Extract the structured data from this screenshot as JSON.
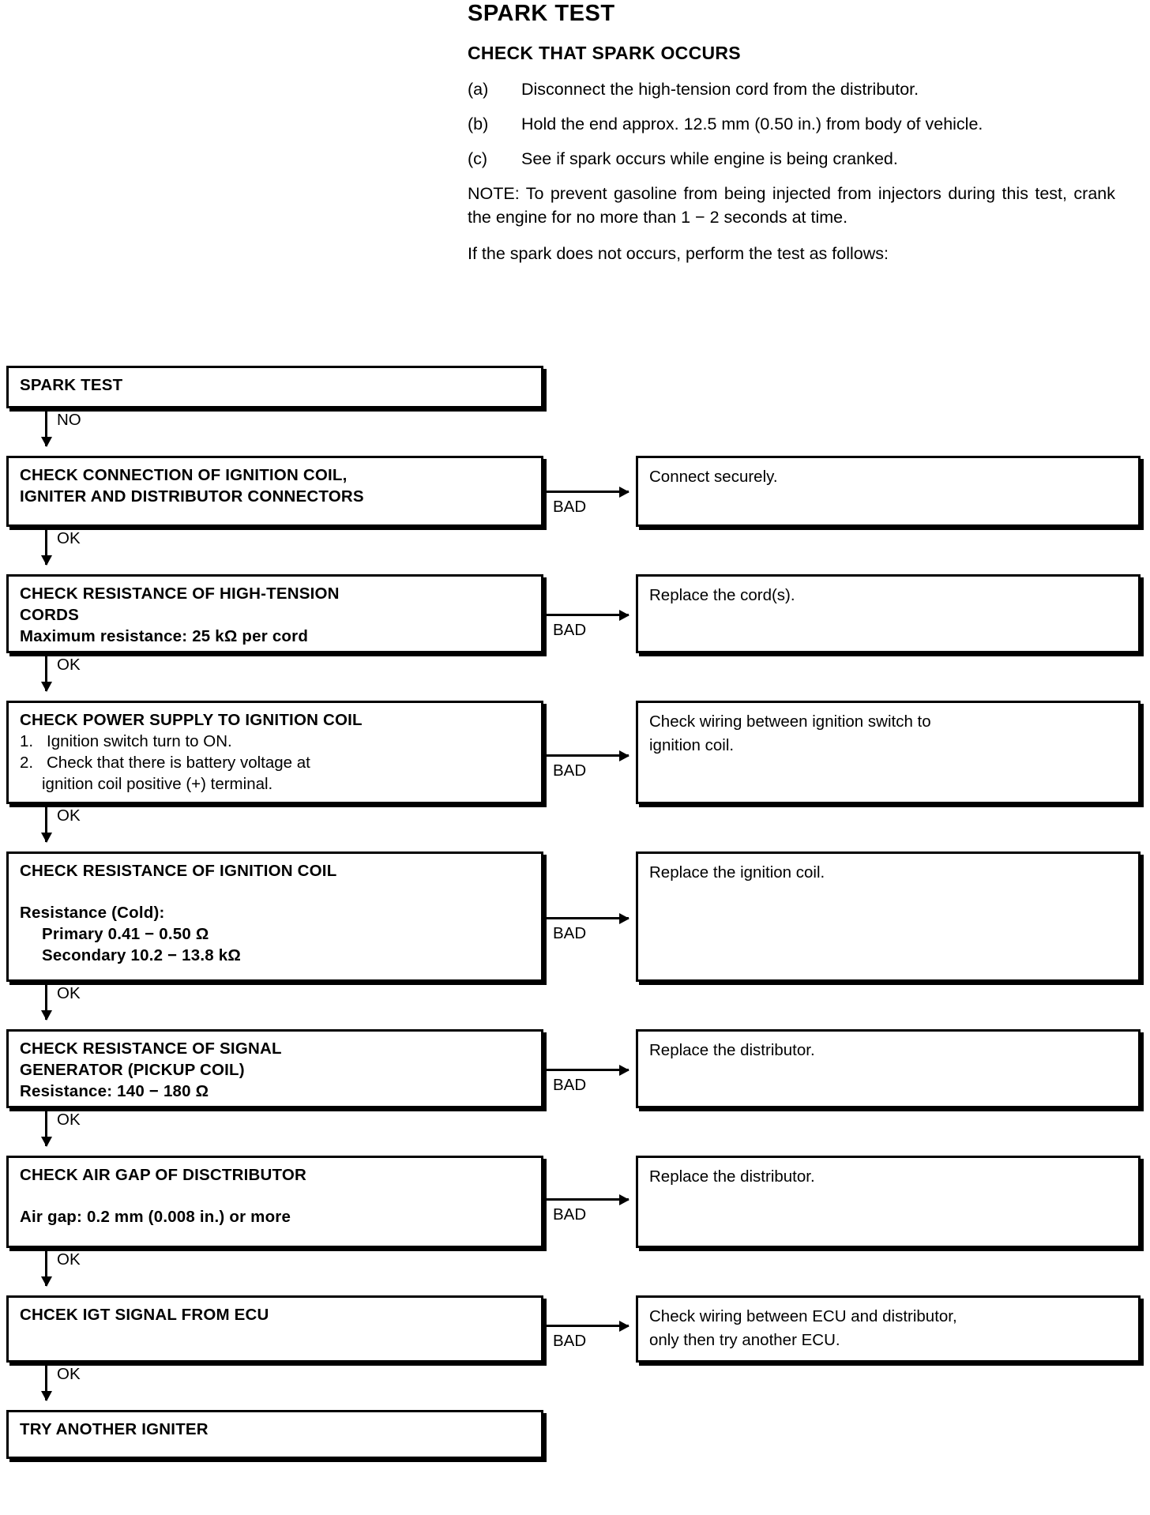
{
  "header": {
    "page_title": "SPARK TEST",
    "section_title": "CHECK THAT SPARK OCCURS",
    "steps": [
      {
        "marker": "(a)",
        "text": "Disconnect the high-tension cord from the distributor."
      },
      {
        "marker": "(b)",
        "text": "Hold the end approx. 12.5 mm (0.50 in.) from body of vehicle."
      },
      {
        "marker": "(c)",
        "text": "See if spark occurs while engine is being cranked."
      }
    ],
    "note": "NOTE:  To prevent gasoline from being injected from injectors during this test, crank the engine for no more than 1 − 2 seconds at time.",
    "followup": "If the spark does not occurs, perform the test as follows:"
  },
  "flowchart": {
    "edge_labels": {
      "no": "NO",
      "ok": "OK",
      "bad": "BAD"
    },
    "nodes": [
      {
        "id": "spark-test",
        "title": "SPARK TEST",
        "lines": [],
        "edge_out": "NO",
        "result": null
      },
      {
        "id": "check-connection",
        "title": "CHECK CONNECTION OF IGNITION COIL,",
        "lines": [
          {
            "kind": "title",
            "text": "IGNITER AND DISTRIBUTOR CONNECTORS"
          }
        ],
        "edge_out": "OK",
        "result": {
          "lines": [
            "Connect securely."
          ]
        }
      },
      {
        "id": "check-high-tension-cords",
        "title": "CHECK RESISTANCE OF HIGH-TENSION",
        "lines": [
          {
            "kind": "title",
            "text": "CORDS"
          },
          {
            "kind": "bold",
            "text": "Maximum resistance:    25 kΩ per cord"
          }
        ],
        "edge_out": "OK",
        "result": {
          "lines": [
            "Replace the cord(s)."
          ]
        }
      },
      {
        "id": "check-power-supply",
        "title": "CHECK POWER SUPPLY TO IGNITION COIL",
        "lines": [
          {
            "kind": "num",
            "num": "1.",
            "text": "Ignition switch turn to ON."
          },
          {
            "kind": "num",
            "num": "2.",
            "text": "Check that there is battery voltage at"
          },
          {
            "kind": "indent",
            "text": "ignition coil positive (+) terminal."
          }
        ],
        "edge_out": "OK",
        "result": {
          "lines": [
            "Check wiring between ignition switch to",
            "ignition coil."
          ]
        }
      },
      {
        "id": "check-ignition-coil-resistance",
        "title": "CHECK RESISTANCE OF IGNITION COIL",
        "lines": [
          {
            "kind": "gap"
          },
          {
            "kind": "bold",
            "text": "Resistance (Cold):"
          },
          {
            "kind": "bold-indent",
            "text": "Primary         0.41 − 0.50 Ω"
          },
          {
            "kind": "bold-indent",
            "text": "Secondary    10.2 − 13.8 kΩ"
          }
        ],
        "edge_out": "OK",
        "result": {
          "lines": [
            "Replace the ignition coil."
          ]
        }
      },
      {
        "id": "check-signal-generator",
        "title": "CHECK RESISTANCE OF SIGNAL",
        "lines": [
          {
            "kind": "title",
            "text": "GENERATOR (PICKUP COIL)"
          },
          {
            "kind": "bold",
            "text": "Resistance:    140 − 180 Ω"
          }
        ],
        "edge_out": "OK",
        "result": {
          "lines": [
            "Replace the distributor."
          ]
        }
      },
      {
        "id": "check-air-gap",
        "title": "CHECK AIR GAP OF DISCTRIBUTOR",
        "lines": [
          {
            "kind": "gap"
          },
          {
            "kind": "bold",
            "text": "Air gap:   0.2 mm (0.008 in.) or more"
          }
        ],
        "edge_out": "OK",
        "result": {
          "lines": [
            "Replace the distributor."
          ]
        }
      },
      {
        "id": "check-igt-signal",
        "title": "CHCEK IGT SIGNAL FROM ECU",
        "lines": [],
        "edge_out": "OK",
        "result": {
          "lines": [
            "Check wiring between ECU and distributor,",
            "only then try another ECU."
          ]
        }
      },
      {
        "id": "try-another-igniter",
        "title": "TRY ANOTHER IGNITER",
        "lines": [],
        "edge_out": null,
        "result": null
      }
    ]
  }
}
